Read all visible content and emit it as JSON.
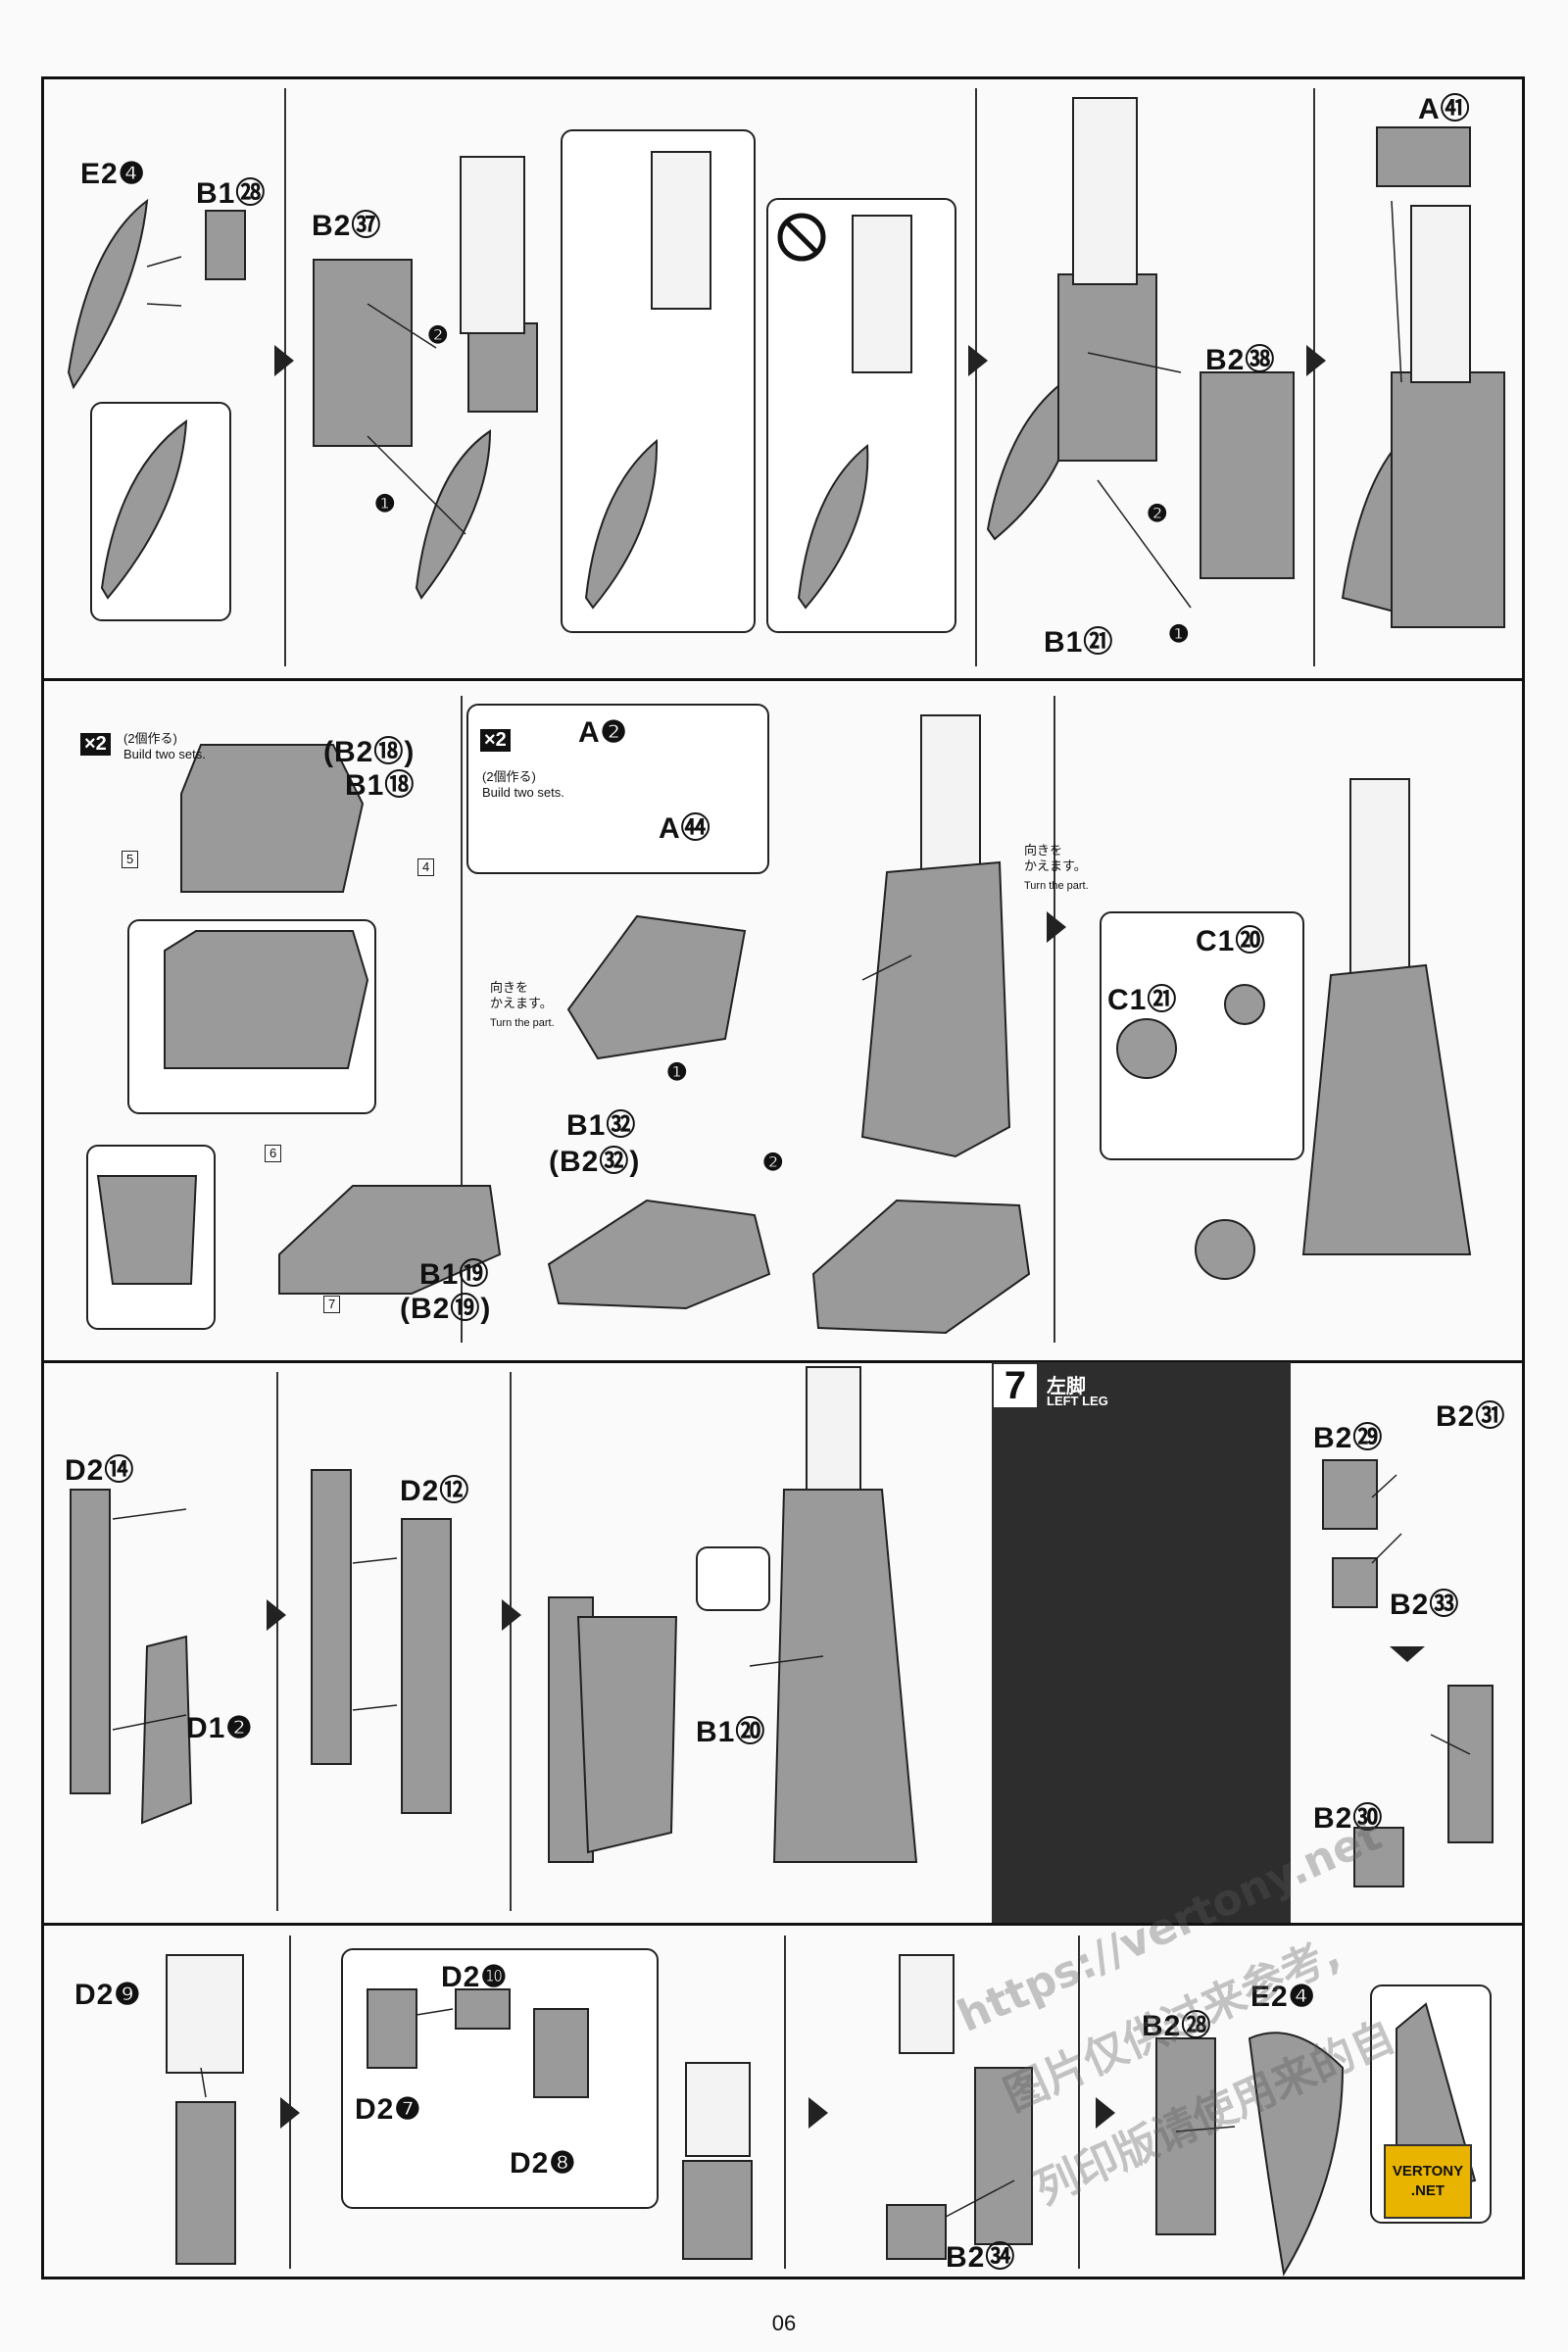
{
  "page": {
    "number": "06"
  },
  "panel1": {
    "labels": [
      "E2❹",
      "B1㉘",
      "B2㊲",
      "B2㊳",
      "B1㉑",
      "A㊶"
    ],
    "step_marks": [
      "❶",
      "❷",
      "❷",
      "❶"
    ]
  },
  "panel2": {
    "x2_left": "×2",
    "build_jp_left": "(2個作る)",
    "build_en_left": "Build two sets.",
    "labels_left": [
      "(B2⑱)",
      "B1⑱"
    ],
    "tab_nums": [
      "5",
      "4",
      "6",
      "7"
    ],
    "x2_mid": "×2",
    "build_jp_mid": "(2個作る)",
    "build_en_mid": "Build two sets.",
    "labels_mid": [
      "A❷",
      "A㊹"
    ],
    "turn_jp": "向きを\nかえます。",
    "turn_en": "Turn the part.",
    "labels_lower": [
      "B1㉜",
      "(B2㉜)",
      "B1⑲",
      "(B2⑲)"
    ],
    "step_marks": [
      "❶",
      "❷"
    ],
    "labels_right": [
      "C1⑳",
      "C1㉑"
    ]
  },
  "panel3": {
    "labels": [
      "D2⑭",
      "D2⑫",
      "D1❷",
      "B1⑳"
    ]
  },
  "step7": {
    "number": "7",
    "title_jp": "左脚",
    "title_en": "LEFT LEG",
    "labels": [
      "B2㉙",
      "B2㉛",
      "B2㉝",
      "B2㉚"
    ]
  },
  "panel4": {
    "labels": [
      "D2❾",
      "D2❿",
      "D2❼",
      "D2❽",
      "B2㉞",
      "B2㉘",
      "E2❹"
    ]
  },
  "watermark": {
    "url": "https://vertony.net",
    "cn1": "图片仅供过来参考,",
    "cn2": "列印版请使用来的自",
    "badge": "VERTONY\n.NET"
  }
}
